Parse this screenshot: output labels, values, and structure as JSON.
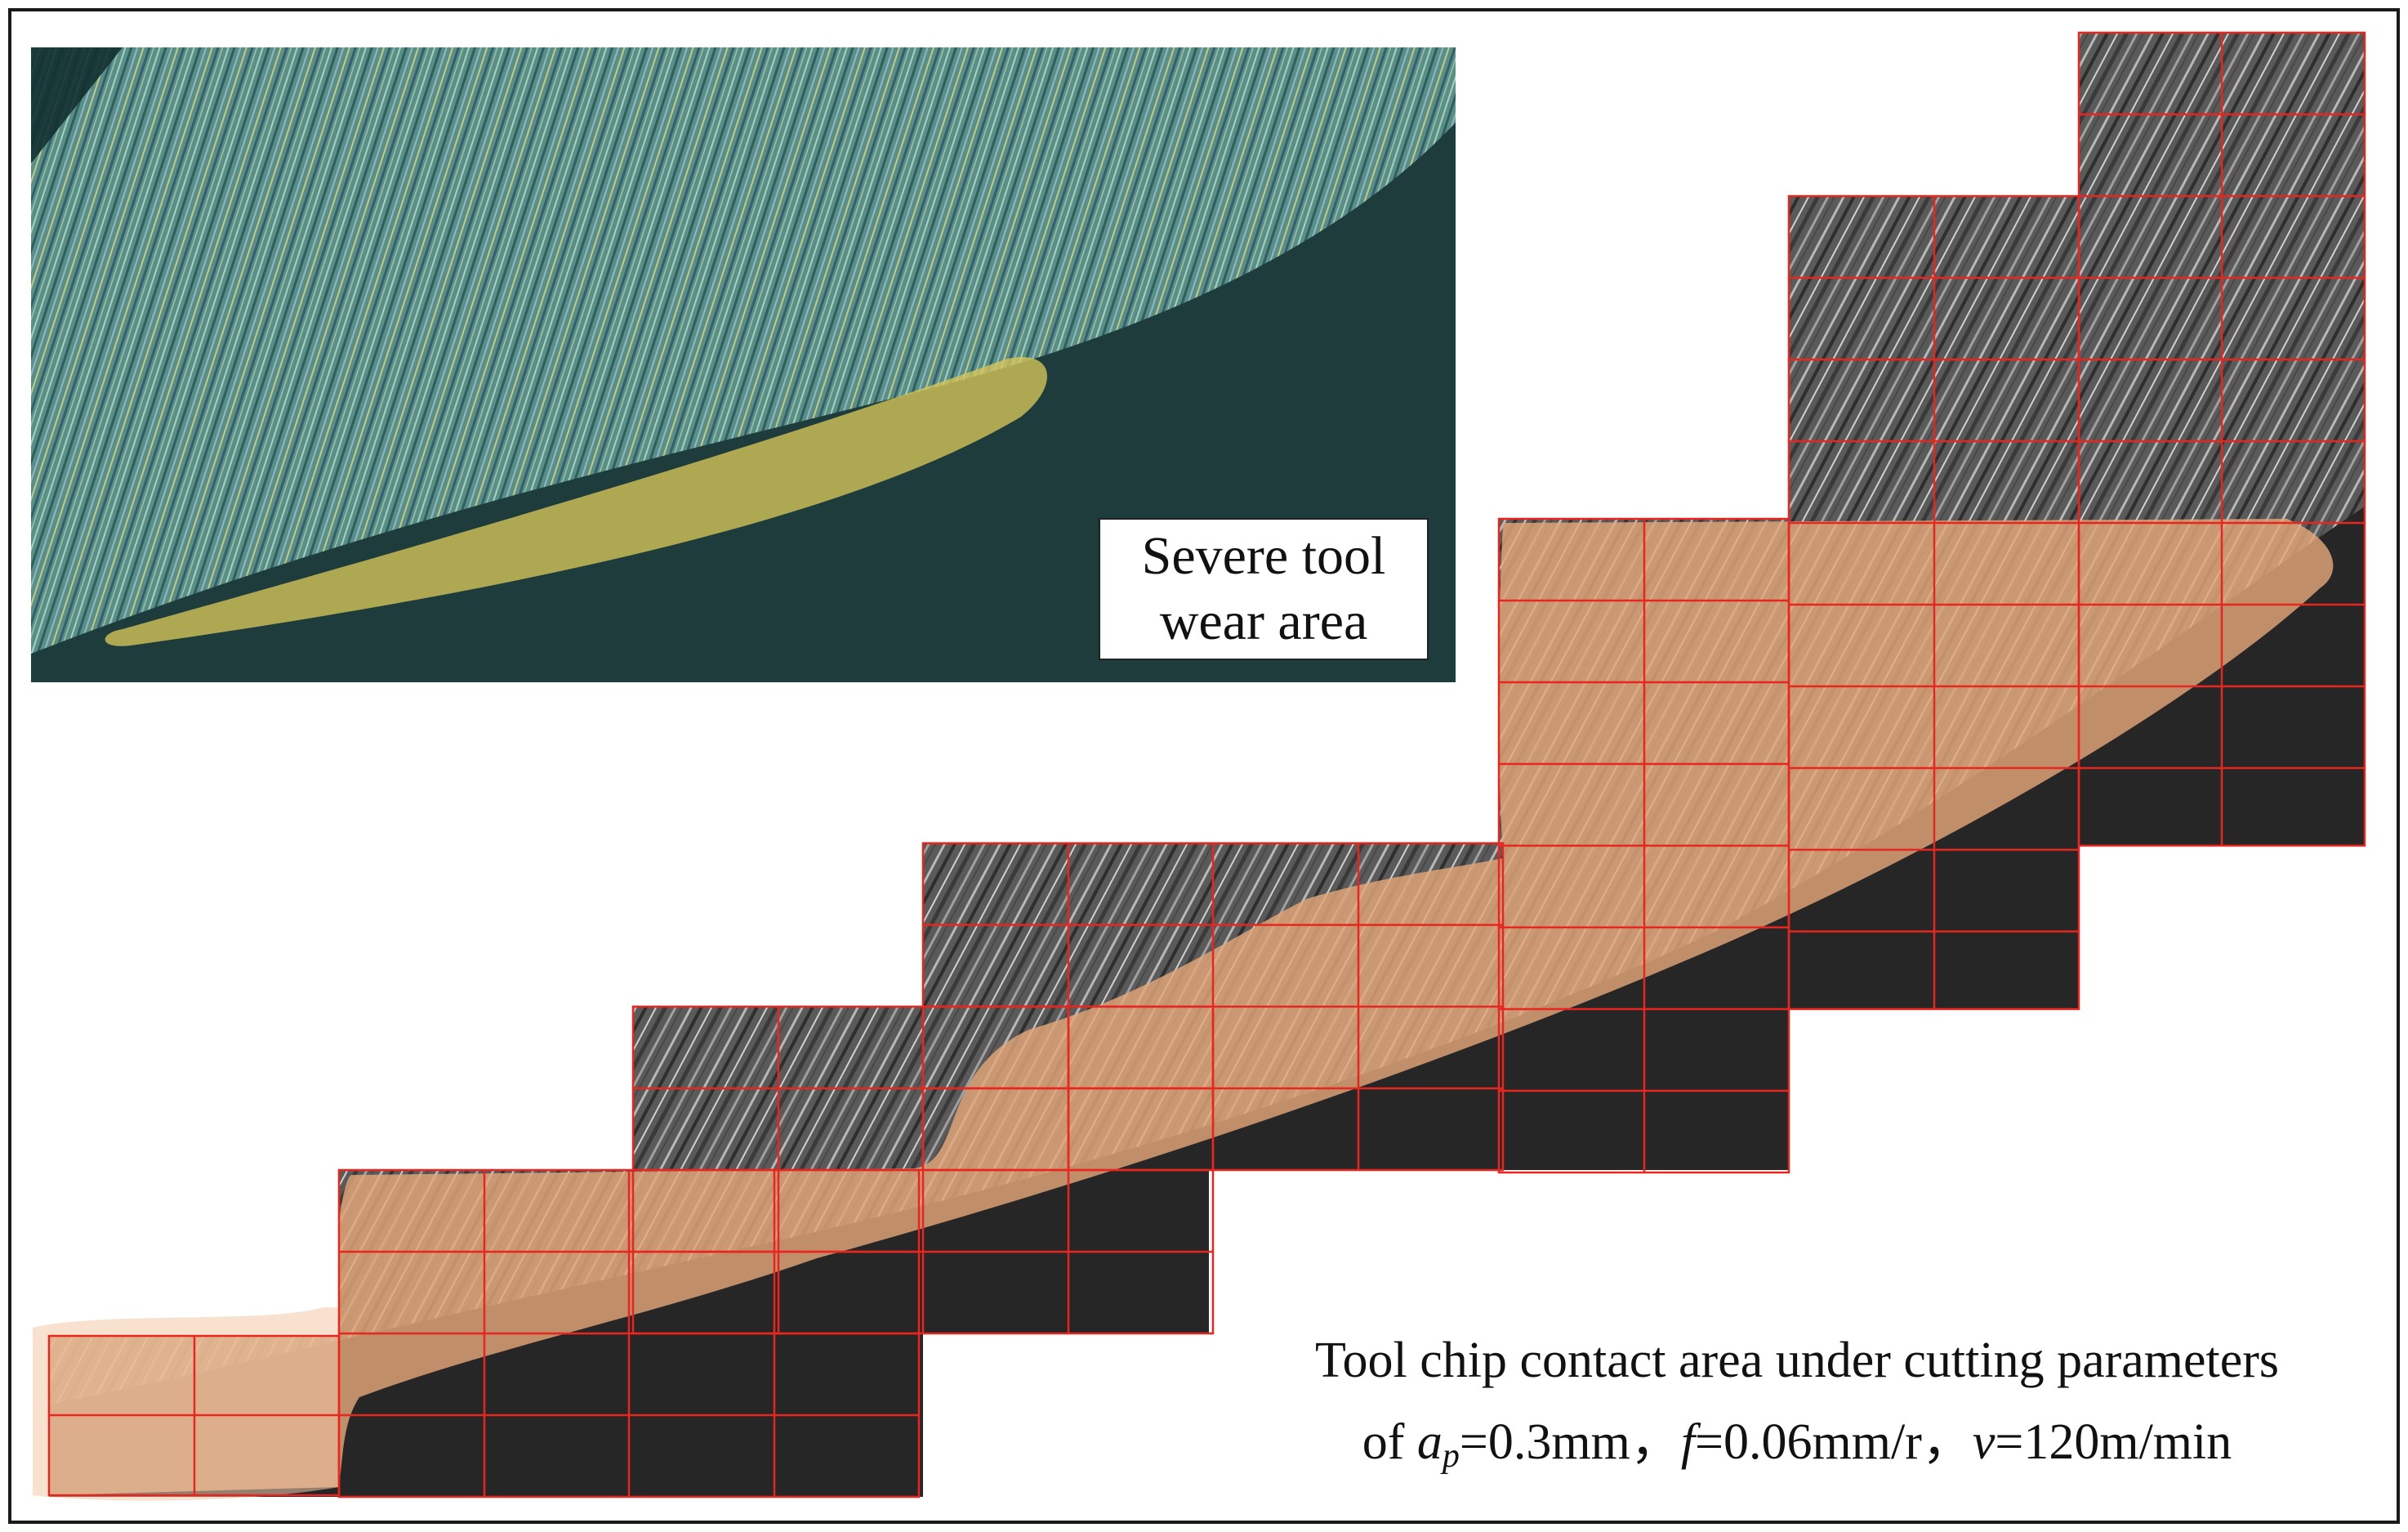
{
  "inset": {
    "label_line1": "Severe tool",
    "label_line2": "wear area"
  },
  "caption": {
    "line1": "Tool chip contact area under cutting parameters",
    "of": "of ",
    "ap_symbol": "a",
    "ap_sub": "p",
    "ap_value": "=0.3mm，",
    "f_symbol": "f",
    "f_value": "=0.06mm/r，",
    "v_symbol": "v",
    "v_value": "=120m/min"
  },
  "colors": {
    "frame": "#1a1a1a",
    "grid": "#e8261f",
    "contact_fill": "#e3a77a",
    "wear_fill": "#d9c65a",
    "inset_bg": "#1e3c3c",
    "sem_bg": "#222222"
  }
}
